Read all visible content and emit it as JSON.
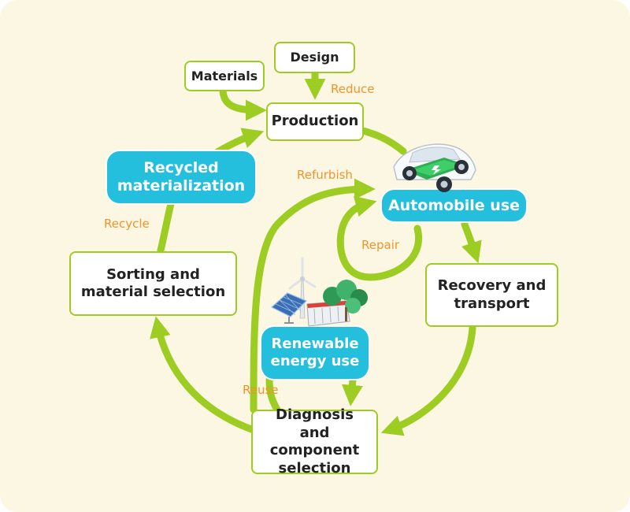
{
  "nodes": {
    "materials": "Materials",
    "design": "Design",
    "production": "Production",
    "recycled_materialization": "Recycled materialization",
    "automobile_use": "Automobile use",
    "recovery_transport": "Recovery and transport",
    "sorting_selection": "Sorting and material selection",
    "renewable_energy_use": "Renewable energy use",
    "diagnosis_selection": "Diagnosis and component selection"
  },
  "labels": {
    "reduce": "Reduce",
    "refurbish": "Refurbish",
    "repair": "Repair",
    "recycle": "Recycle",
    "reuse": "Reuse"
  },
  "icons": [
    "electric-car-icon",
    "solar-panel-icon",
    "wind-turbine-icon",
    "battery-storage-icon",
    "tree-icon"
  ],
  "colors": {
    "background": "#fbf7e2",
    "arrow": "#9dcc23",
    "pill": "#23bfdd",
    "label": "#f0942b",
    "box_border": "#9dcc23"
  }
}
